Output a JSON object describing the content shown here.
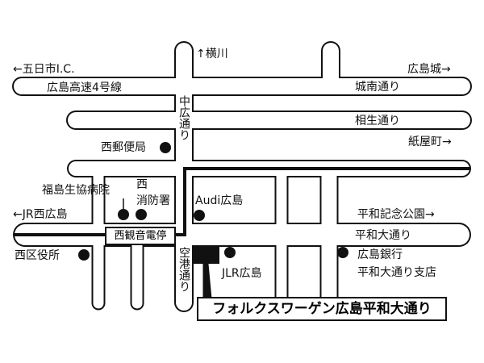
{
  "map": {
    "roads": {
      "expressway": "広島高速4号線",
      "jonan": "城南通り",
      "aioi": "相生通り",
      "heiwa": "平和大通り",
      "nakahiro": "中広通り",
      "kuko": "空港通り"
    },
    "directions": {
      "itsukaichi": "←五日市I.C.",
      "yokogawa": "↑横川",
      "hiroshima_castle": "広島城→",
      "kamiyacho": "紙屋町→",
      "jr_nishihiroshima": "←JR西広島",
      "peace_park": "平和記念公園→"
    },
    "landmarks": {
      "post_office": "西郵便局",
      "hospital": "福島生協病院",
      "fire_station_1": "西",
      "fire_station_2": "消防署",
      "audi": "Audi広島",
      "ward_office": "西区役所",
      "jlr": "JLR広島",
      "bank_1": "広島銀行",
      "bank_2": "平和大通り支店"
    },
    "tram_stop": "西観音電停",
    "destination": "フォルクスワーゲン広島平和大通り"
  }
}
